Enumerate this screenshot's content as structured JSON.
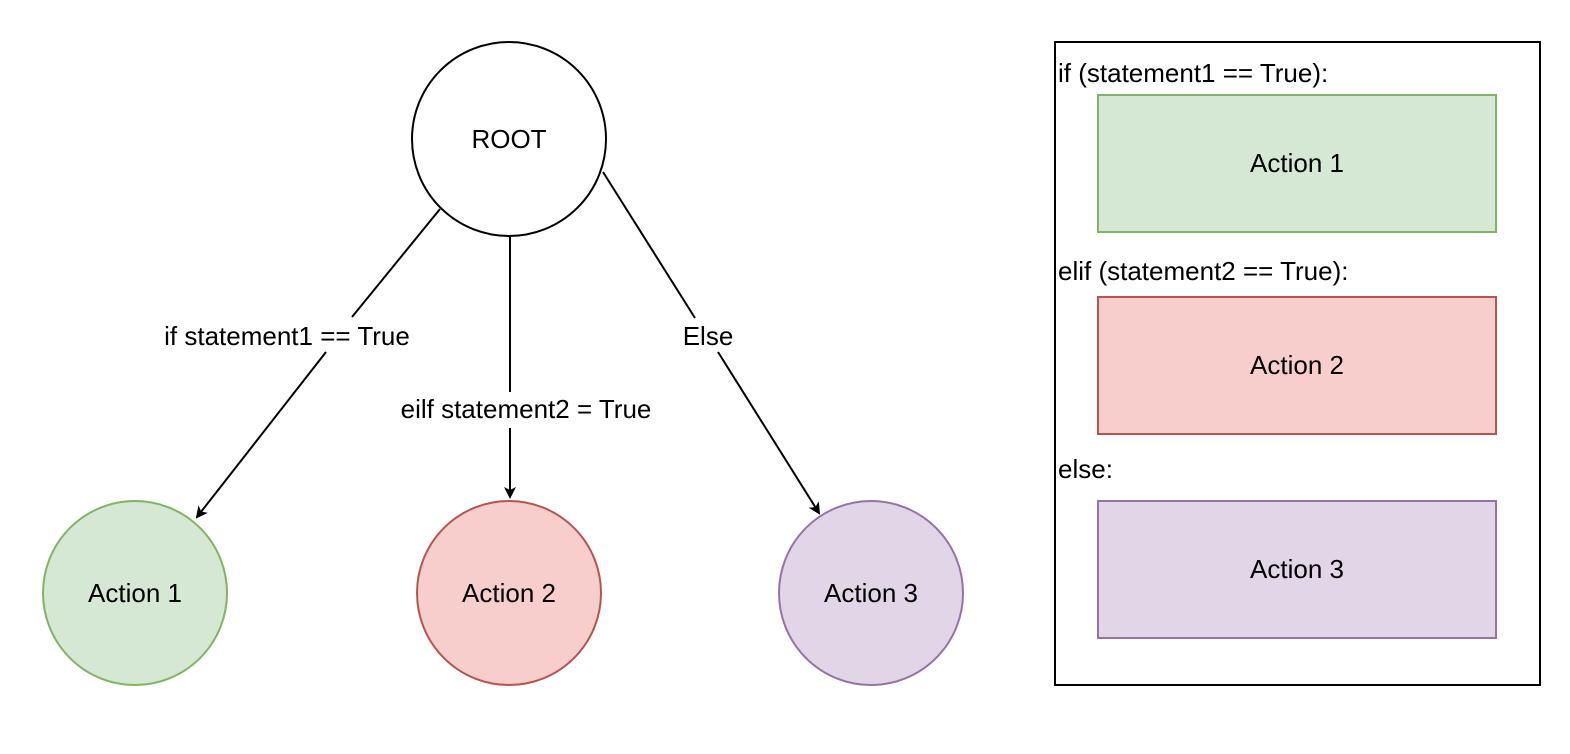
{
  "tree": {
    "root": {
      "label": "ROOT"
    },
    "actions": [
      {
        "label": "Action 1",
        "fill": "#d5e8d4",
        "stroke": "#82b366"
      },
      {
        "label": "Action 2",
        "fill": "#f8cecc",
        "stroke": "#b85450"
      },
      {
        "label": "Action 3",
        "fill": "#e1d5e7",
        "stroke": "#9673a6"
      }
    ],
    "edges": [
      {
        "label": "if statement1 == True"
      },
      {
        "label": "eilf statement2 = True"
      },
      {
        "label": "Else"
      }
    ]
  },
  "code_panel": {
    "blocks": [
      {
        "condition": "if (statement1 == True):",
        "action": "Action 1",
        "fill": "#d5e8d4",
        "stroke": "#82b366"
      },
      {
        "condition": "elif (statement2 == True):",
        "action": "Action 2",
        "fill": "#f8cecc",
        "stroke": "#b85450"
      },
      {
        "condition": "else:",
        "action": "Action 3",
        "fill": "#e1d5e7",
        "stroke": "#9673a6"
      }
    ]
  }
}
